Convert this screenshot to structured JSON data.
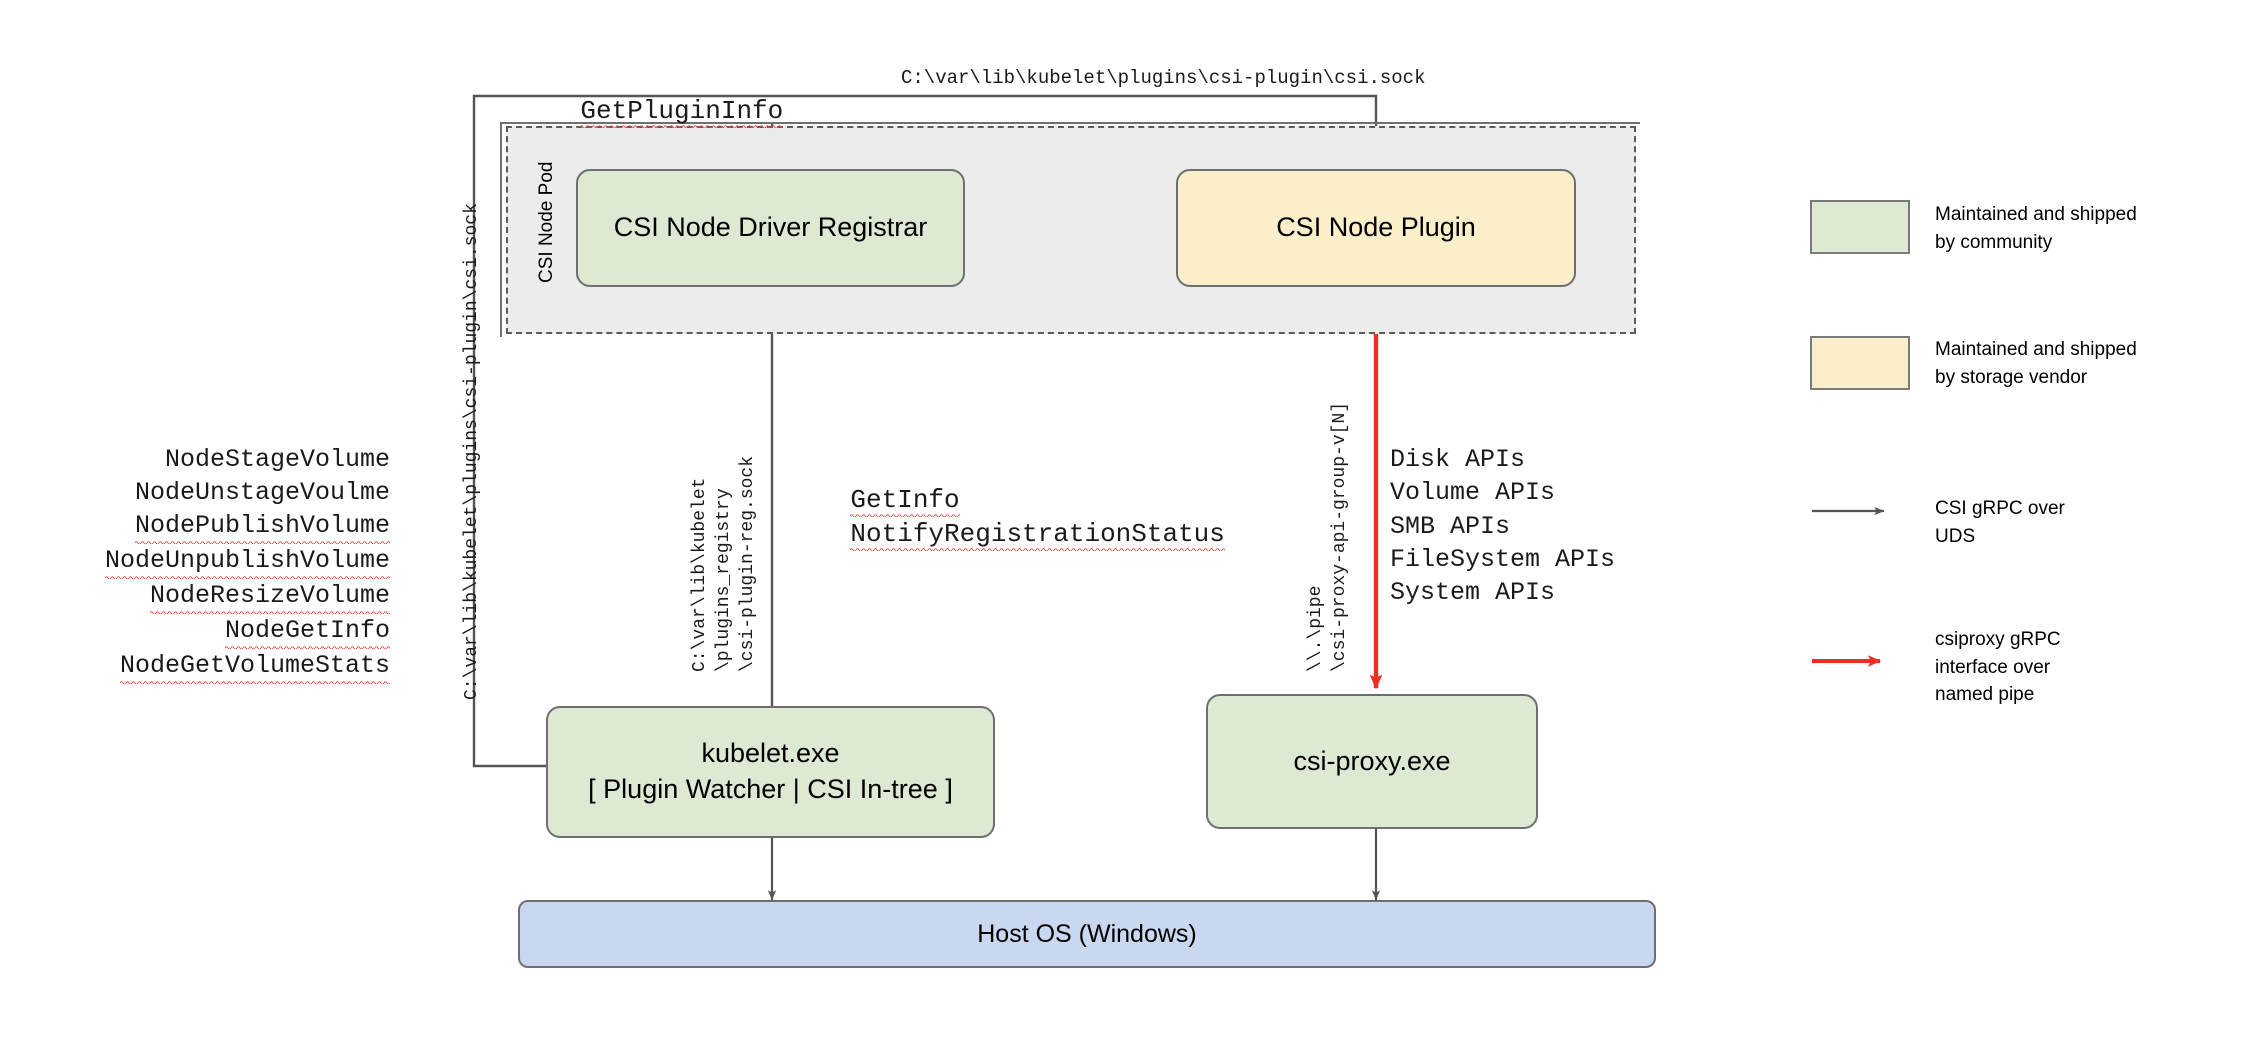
{
  "diagram": {
    "title_text_labels": {
      "get_plugin_info": "GetPluginInfo",
      "csi_sock_path_top": "C:\\var\\lib\\kubelet\\plugins\\csi-plugin\\csi.sock",
      "get_info": "GetInfo",
      "notify_registration_status": "NotifyRegistrationStatus"
    },
    "pod": {
      "label": "CSI Node Pod"
    },
    "nodes": {
      "registrar": "CSI Node Driver Registrar",
      "node_plugin": "CSI Node Plugin",
      "kubelet_line1": "kubelet.exe",
      "kubelet_line2": "[ Plugin Watcher | CSI In-tree ]",
      "csi_proxy": "csi-proxy.exe",
      "host_os": "Host OS (Windows)"
    },
    "vertical_labels": {
      "left_socket_path": "C:\\var\\lib\\kubelet\\plugins\\csi-plugin\\csi.sock",
      "registry_path_line1": "C:\\var\\lib\\kubelet",
      "registry_path_line2": "\\plugins_registry",
      "registry_path_line3": "\\csi-plugin-reg.sock",
      "pipe_line1": "\\\\.\\pipe",
      "pipe_line2": "\\csi-proxy-api-group-v[N]"
    },
    "csi_node_calls": [
      {
        "text": "NodeStageVolume",
        "spellcheck": false
      },
      {
        "text": "NodeUnstageVoulme",
        "spellcheck": false
      },
      {
        "text": "NodePublishVolume",
        "spellcheck": true
      },
      {
        "text": "NodeUnpublishVolume",
        "spellcheck": true
      },
      {
        "text": "NodeResizeVolume",
        "spellcheck": true
      },
      {
        "text": "NodeGetInfo",
        "spellcheck": true
      },
      {
        "text": "NodeGetVolumeStats",
        "spellcheck": true
      }
    ],
    "csi_proxy_apis": [
      "Disk APIs",
      "Volume APIs",
      "SMB APIs",
      "FileSystem APIs",
      "System APIs"
    ],
    "legend": [
      {
        "kind": "swatch",
        "color": "#dde9d3",
        "label": "Maintained and shipped\nby community"
      },
      {
        "kind": "swatch",
        "color": "#fbeecb",
        "label": "Maintained and shipped\nby storage vendor"
      },
      {
        "kind": "arrow",
        "color": "#555555",
        "label": "CSI gRPC over\nUDS"
      },
      {
        "kind": "arrow",
        "color": "#ee2d24",
        "label": "csiproxy gRPC\ninterface over\nnamed pipe"
      }
    ],
    "colors": {
      "community_green": "#dde9d3",
      "vendor_yellow": "#fbeecb",
      "host_blue": "#c9d7f0",
      "pod_gray": "#ececec",
      "stroke_gray": "#6f6f6f",
      "arrow_gray": "#555555",
      "arrow_red": "#ee2d24",
      "spellcheck_red": "#e8453c"
    }
  }
}
